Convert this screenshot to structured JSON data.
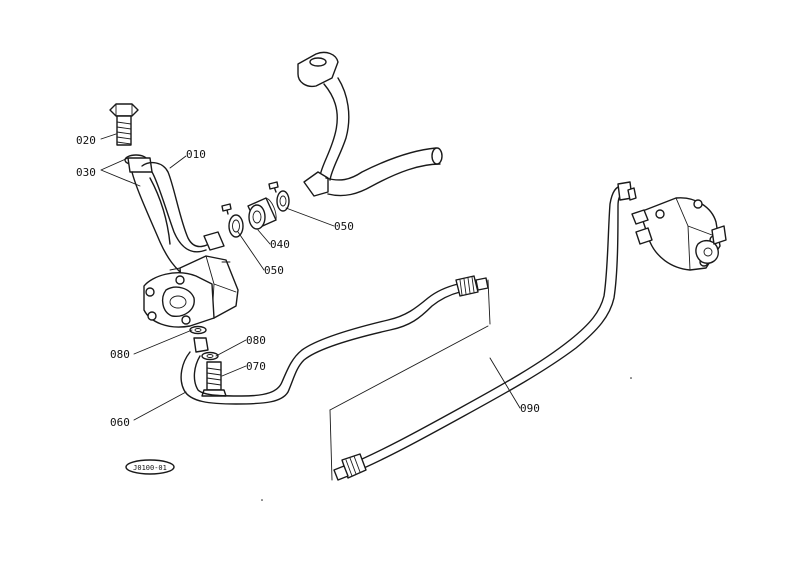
{
  "labels": {
    "p010": "010",
    "p020": "020",
    "p030": "030",
    "p040": "040",
    "p050a": "050",
    "p050b": "050",
    "p060": "060",
    "p070": "070",
    "p080a": "080",
    "p080b": "080",
    "p090": "090"
  },
  "diagram_code": "J0100-01"
}
